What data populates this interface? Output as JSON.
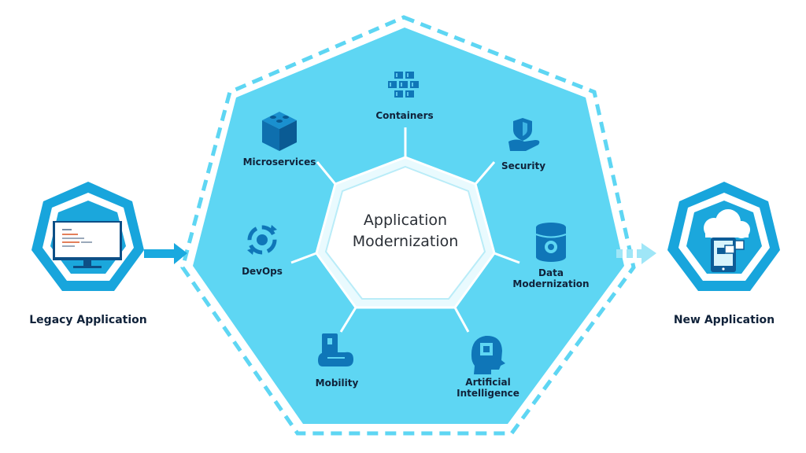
{
  "center": {
    "line1": "Application",
    "line2": "Modernization"
  },
  "left_node": {
    "label": "Legacy Application",
    "icon": "monitor-icon"
  },
  "right_node": {
    "label": "New Application",
    "icon": "cloud-mobile-icon"
  },
  "capabilities": [
    {
      "key": "containers",
      "label": "Containers",
      "icon": "containers-icon"
    },
    {
      "key": "security",
      "label": "Security",
      "icon": "shield-hand-icon"
    },
    {
      "key": "data",
      "label1": "Data",
      "label2": "Modernization",
      "icon": "database-gear-icon"
    },
    {
      "key": "ai",
      "label1": "Artificial",
      "label2": "Intelligence",
      "icon": "head-chip-icon"
    },
    {
      "key": "mobility",
      "label": "Mobility",
      "icon": "phone-cloud-icon"
    },
    {
      "key": "devops",
      "label": "DevOps",
      "icon": "devops-cycle-icon"
    },
    {
      "key": "microservices",
      "label": "Microservices",
      "icon": "blocks-icon"
    }
  ],
  "colors": {
    "fill": "#5ed6f3",
    "dark": "#0e72b4",
    "mid": "#1693d0",
    "dash": "#5ed6f3",
    "text": "#10223a"
  }
}
